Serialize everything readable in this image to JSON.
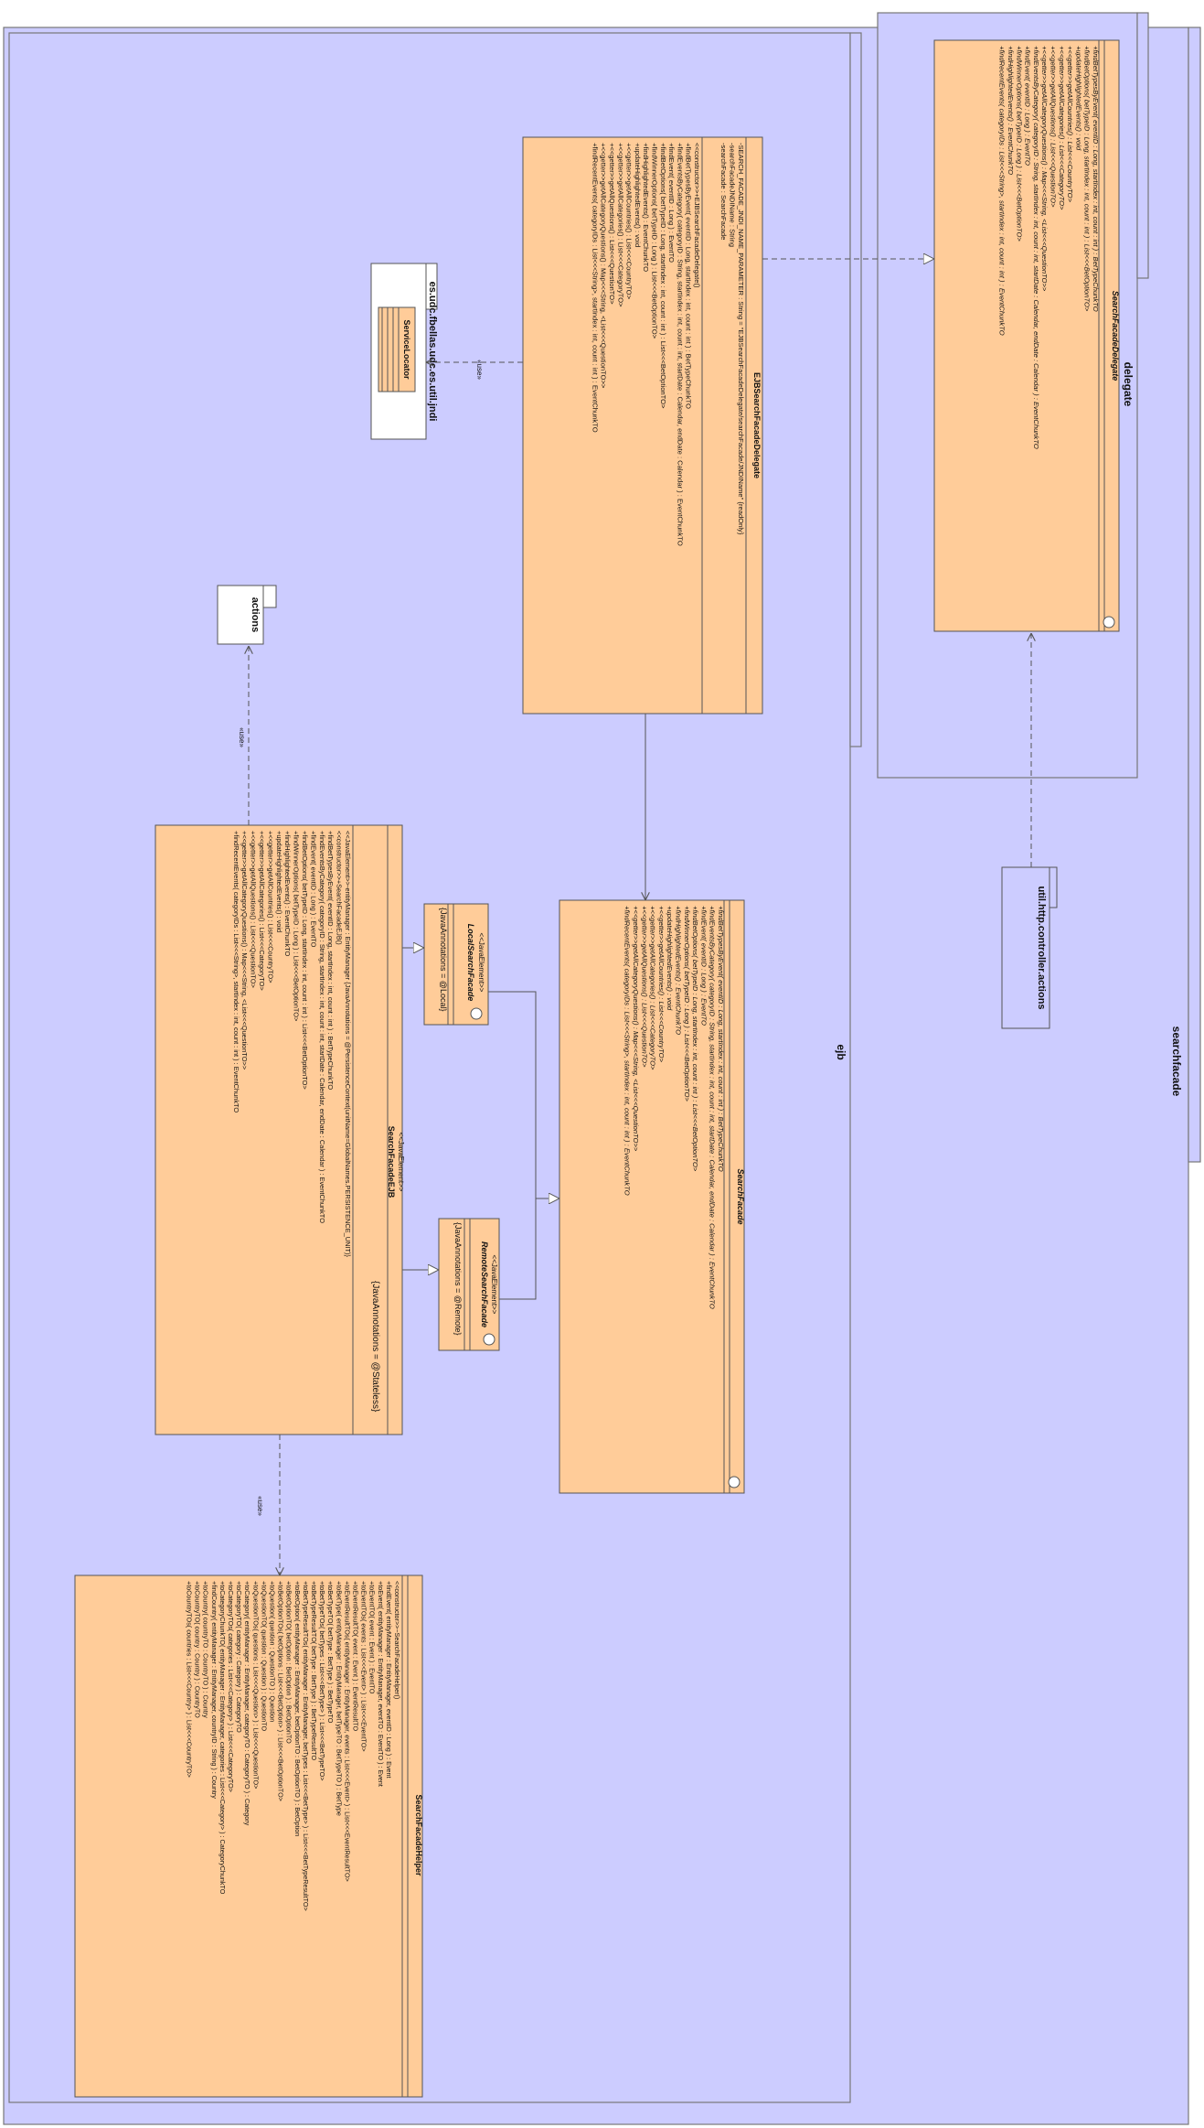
{
  "colors": {
    "package_fill": "#ccccff",
    "class_fill": "#ffcc99",
    "stroke": "#555555"
  },
  "packages": {
    "searchfacade": "searchfacade",
    "delegate": "delegate",
    "ejb": "ejb",
    "actions": "actions",
    "util": "es.udc.fbellas.udc.es.util.jndi",
    "controller_actions": "util.http.controller.actions"
  },
  "stereotypes": {
    "use1": "«use»",
    "use2": "«use»",
    "use3": "«use»",
    "java_element": "<<JavaElement>>"
  },
  "classes": {
    "search_facade_delegate": {
      "name": "SearchFacadeDelegate",
      "members": [
        "+findBetTypesByEvent( eventID : Long, startIndex : int, count : int ) : BetTypeChunkTO",
        "+findBetOptions( betTypeID : Long, startIndex : int, count : int ) : List<<<BetOptionTO>",
        "+updateHighlightedEvents() : void",
        "+<<getter>>getAllCountries() : List<<<CountryTO>",
        "+<<getter>>getAllCategories() : List<<<CategoryTO>",
        "+<<getter>>getAllQuestions() : List<<<QuestionTO>",
        "+<<getter>>getAllCategoryQuestions() : Map<<<String, <List<<<QuestionTO>>",
        "+findEventsByCategory( categoryID : String, startIndex : int, count : int, startDate : Calendar, endDate : Calendar ) : EventChunkTO",
        "+findEvent( eventID : Long ) : EventTO",
        "+findWinnerOptions( betTypeID : Long ) : List<<<BetOptionTO>",
        "+findHighlightedEvents() : EventChunkTO",
        "+findRecentEvents( categoryIDs : List<<<String>, startIndex : int, count : int ) : EventChunkTO"
      ]
    },
    "ejb_search_facade_delegate": {
      "name": "EJBSearchFacadeDelegate",
      "attributes": [
        "-SEARCH_FACADE_JNDI_NAME_PARAMETER : String = \"EJBSearchFacadeDelegate/searchFacade/JNDIName\" {readOnly}",
        "-searchFacadeJNDIName : String",
        "-searchFacade : SearchFacade"
      ],
      "members": [
        "<<constructor>>+EJBSearchFacadeDelegate()",
        "+findBetTypesByEvent( eventID : Long, startIndex : int, count : int ) : BetTypeChunkTO",
        "+findEventsByCategory( categoryID : String, startIndex : int, count : int, startDate : Calendar, endDate : Calendar ) : EventChunkTO",
        "+findEvent( eventID : Long ) : EventTO",
        "+findBetOptions( betTypeID : Long, startIndex : int, count : int ) : List<<<BetOptionTO>",
        "+findWinnerOptions( betTypeID : Long ) : List<<<BetOptionTO>",
        "+findHighlightedEvents() : EventChunkTO",
        "+updateHighlightedEvents() : void",
        "+<<getter>>getAllCountries() : List<<<CountryTO>",
        "+<<getter>>getAllCategories() : List<<<CategoryTO>",
        "+<<getter>>getAllQuestions() : List<<<QuestionTO>",
        "+<<getter>>getAllCategoryQuestions() : Map<<<String, <List<<<QuestionTO>>",
        "+findRecentEvents( categoryIDs : List<<<String>, startIndex : int, count : int ) : EventChunkTO"
      ]
    },
    "service_locator": {
      "name": "ServiceLocator"
    },
    "search_facade": {
      "name": "SearchFacade",
      "members": [
        "+findBetTypesByEvent( eventID : Long, startIndex : int, count : int ) : BetTypeChunkTO",
        "+findEventsByCategory( categoryID : String, startIndex : int, count : int, startDate : Calendar, endDate : Calendar ) : EventChunkTO",
        "+findEvent( eventID : Long ) : EventTO",
        "+findBetOptions( betTypeID : Long, startIndex : int, count : int ) : List<<<BetOptionTO>",
        "+findWinnerOptions( betTypeID : Long ) : List<<<BetOptionTO>",
        "+findHighlightedEvents() : EventChunkTO",
        "+updateHighlightedEvents() : void",
        "+<<getter>>getAllCountries() : List<<<CountryTO>",
        "+<<getter>>getAllCategories() : List<<<CategoryTO>",
        "+<<getter>>getAllQuestions() : List<<<QuestionTO>",
        "+<<getter>>getAllCategoryQuestions() : Map<<<String, <List<<<QuestionTO>>",
        "+findRecentEvents( categoryIDs : List<<<String>, startIndex : int, count : int ) : EventChunkTO"
      ]
    },
    "local_search_facade": {
      "name": "LocalSearchFacade",
      "stereotype": "<<JavaElement>>",
      "annotation": "{JavaAnnotations = @Local}"
    },
    "remote_search_facade": {
      "name": "RemoteSearchFacade",
      "stereotype": "<<JavaElement>>",
      "annotation": "{JavaAnnotations = @Remote}"
    },
    "search_facade_ejb": {
      "name": "SearchFacadeEJB",
      "stereotype": "<<JavaElement>>",
      "annotation": "{JavaAnnotations = @Stateless}",
      "members": [
        "<<JavaElement>>-entityManager : EntityManager {JavaAnnotations = @PersistenceContext(unitName=GlobalNames.PERSISTENCE_UNIT)}",
        "<<constructor>>+SearchFacadeEJB()",
        "+findBetTypesByEvent( eventID : Long, startIndex : int, count : int ) : BetTypeChunkTO",
        "+findEventsByCategory( categoryID : String, startIndex : int, count : int, startDate : Calendar, endDate : Calendar ) : EventChunkTO",
        "+findEvent( eventID : Long ) : EventTO",
        "+findBetOptions( betTypeID : Long, startIndex : int, count : int ) : List<<<BetOptionTO>",
        "+findWinnerOptions( betTypeID : Long ) : List<<<BetOptionTO>",
        "+findHighlightedEvents() : EventChunkTO",
        "+updateHighlightedEvents() : void",
        "+<<getter>>getAllCountries() : List<<<CountryTO>",
        "+<<getter>>getAllCategories() : List<<<CategoryTO>",
        "+<<getter>>getAllQuestions() : List<<<QuestionTO>",
        "+<<getter>>getAllCategoryQuestions() : Map<<<String, <List<<<QuestionTO>>",
        "+findRecentEvents( categoryIDs : List<<<String>, startIndex : int, count : int ) : EventChunkTO"
      ]
    },
    "search_facade_helper": {
      "name": "SearchFacadeHelper",
      "members": [
        "<<constructor>>~SearchFacadeHelper()",
        "+findEvent( entityManager : EntityManager, eventID : Long ) : Event",
        "+toEvent( entityManager : EntityManager, eventTO : EventTO ) : Event",
        "+toEventTO( event : Event ) : EventTO",
        "+toEventTOs( events : List<<<Event> ) : List<<<EventTO>",
        "+toEventResultTO( event : Event ) : EventResultTO",
        "+toEventResultTOs( entityManager : EntityManager, events : List<<<Event> ) : List<<<EventResultTO>",
        "+toBetType( entityManager : EntityManager, betTypeTO : BetTypeTO ) : BetType",
        "+toBetTypeTO( betType : BetType ) : BetTypeTO",
        "+toBetTypeTOs( betTypes : List<<<BetType> ) : List<<<BetTypeTO>",
        "+toBetTypeResultTO( betType : BetType ) : BetTypeResultTO",
        "+toBetTypeResultTOs( entityManager : EntityManager, betTypes : List<<<BetType> ) : List<<<BetTypeResultTO>",
        "+toBetOption( entityManager : EntityManager, betOptionTO : BetOptionTO ) : BetOption",
        "+toBetOptionTO( betOption : BetOption ) : BetOptionTO",
        "+toBetOptionTOs( betOptions : List<<<BetOption> ) : List<<<BetOptionTO>",
        "+toQuestion( question : QuestionTO ) : Question",
        "+toQuestionTO( question : Question ) : QuestionTO",
        "+toQuestionTOs( questions : List<<<Question> ) : List<<<QuestionTO>",
        "+toCategory( entityManager : EntityManager, categoryTO : CategoryTO ) : Category",
        "+toCategoryTO( category : Category ) : CategoryTO",
        "+toCategoryTOs( categories : List<<<Category> ) : List<<<CategoryTO>",
        "+toCategoryChunkTO( entityManager : EntityManager, categories : List<<<Category> ) : CategoryChunkTO",
        "+findCountry( entityManager : EntityManager, countryID : String ) : Country",
        "+toCountry( countryTO : CountryTO ) : Country",
        "+toCountryTO( country : Country ) : CountryTO",
        "+toCountryTOs( countries : List<<<Country> ) : List<<<CountryTO>"
      ]
    }
  }
}
